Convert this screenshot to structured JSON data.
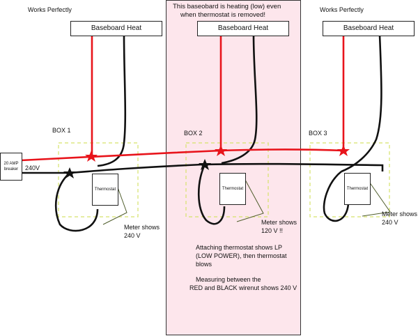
{
  "labels": {
    "left_status": "Works Perfectly",
    "right_status": "Works Perfectly",
    "middle_note_line1": "This baseobard is heating (low) even",
    "middle_note_line2": "when thermostat is removed!",
    "box1": "BOX 1",
    "box2": "BOX 2",
    "box3": "BOX 3",
    "heat1": "Baseboard Heat",
    "heat2": "Baseboard Heat",
    "heat3": "Baseboard Heat",
    "breaker_line1": "20 AMP",
    "breaker_line2": "breaker",
    "voltage_in": "240V",
    "thermostat1": "Thermostat",
    "thermostat2": "Thermostat",
    "thermostat3": "Thermostat",
    "meter1_line1": "Meter shows",
    "meter1_line2": "240 V",
    "meter2_line1": "Meter shows",
    "meter2_line2": "120 V !!",
    "meter3_line1": "Meter shows",
    "meter3_line2": "240 V",
    "note_attach_line1": "Attaching thermostat shows LP",
    "note_attach_line2": "(LOW POWER), then thermostat",
    "note_attach_line3": "blows",
    "note_measure_line1": "Measuring between the",
    "note_measure_line2": "RED and BLACK wirenut shows 240 V"
  },
  "colors": {
    "hot_wire": "#e8141b",
    "neutral_wire": "#111111",
    "highlight_panel": "#fde6ec",
    "junction_box_dash": "#d6e26a",
    "meter_lead": "#4f5d2c"
  }
}
